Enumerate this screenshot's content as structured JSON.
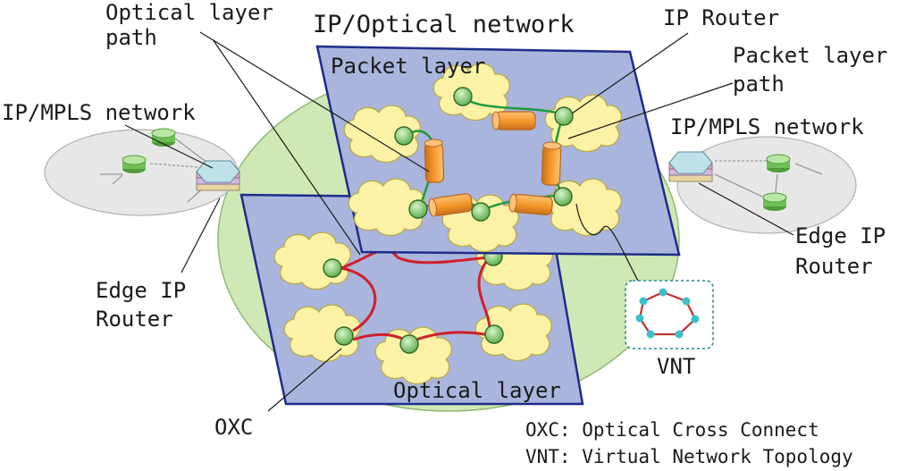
{
  "title": "IP/Optical network",
  "labels": {
    "optical_layer_path": [
      "Optical layer",
      "path"
    ],
    "ip_router": "IP Router",
    "packet_layer_path": [
      "Packet layer",
      "path"
    ],
    "packet_layer": "Packet layer",
    "optical_layer": "Optical layer",
    "ip_mpls_left": "IP/MPLS network",
    "ip_mpls_right": "IP/MPLS network",
    "edge_ip_router_left": [
      "Edge IP",
      "Router"
    ],
    "edge_ip_router_right": [
      "Edge IP",
      "Router"
    ],
    "vnt": "VNT",
    "oxc": "OXC"
  },
  "legend": [
    "OXC: Optical Cross Connect",
    "VNT: Virtual Network Topology"
  ],
  "colors": {
    "plane_fill": "#a9b5dc",
    "plane_stroke": "#1f2c8a",
    "ellipse_fill": "#cfe8b5",
    "cloud_fill": "#fbf2a6",
    "node_green": "#7cc96a",
    "optical_path": "#d11f2a",
    "packet_path": "#1e9a3b",
    "tunnel": "#f2962a",
    "vnt_node": "#3ec0c8"
  }
}
